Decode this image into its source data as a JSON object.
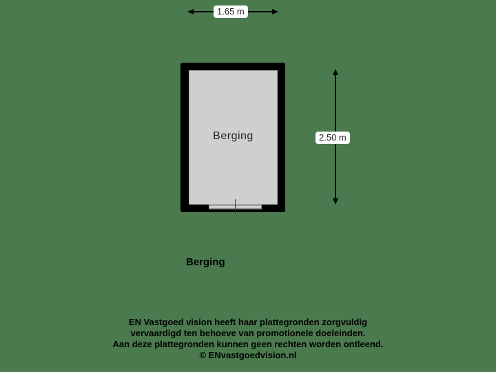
{
  "floorplan": {
    "room": {
      "name": "Berging"
    },
    "dimensions": {
      "width": "1.65 m",
      "length": "2.50 m"
    },
    "caption": "Berging"
  },
  "footer": {
    "lines": [
      "EN Vastgoed vision heeft haar plattegronden zorgvuldig",
      "vervaardigd ten behoeve van promotionele doeleinden.",
      "Aan deze plattegronden kunnen geen rechten worden ontleend.",
      "© ENvastgoedvision.nl"
    ]
  },
  "colors": {
    "background": "#4a7a4e",
    "wall": "#000000",
    "floor": "#cfcfcf"
  }
}
